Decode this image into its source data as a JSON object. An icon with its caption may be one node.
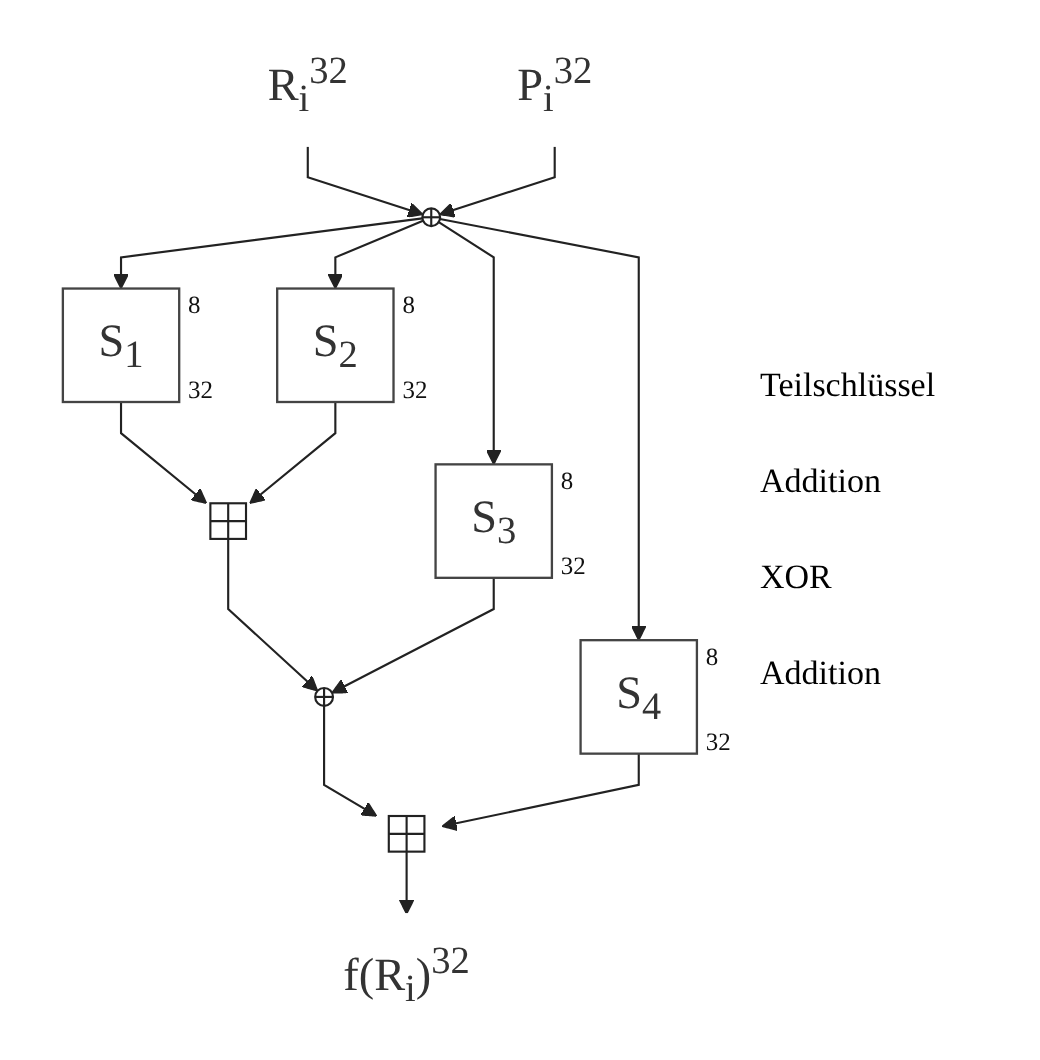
{
  "diagram": {
    "nodes": [
      {
        "text": [
          "R$_{i}$$^{32}$"
        ]
      },
      {
        "text": [],
        "shape": "circle"
      },
      {
        "text": [
          "P$_{i}$$^{32}$"
        ]
      },
      {
        "text": [
          "S$_{1}$"
        ],
        "beside": [
          "8",
          "32"
        ]
      },
      {
        "text": [
          "S$_{2}$"
        ],
        "beside": [
          "8",
          "32"
        ]
      },
      {
        "text": [
          "S$_{3}$"
        ],
        "beside": [
          "8",
          "32"
        ]
      },
      {
        "text": [
          "S$_{4}$"
        ],
        "beside": [
          "8",
          "32"
        ]
      },
      {
        "text": [],
        "shape": "box"
      },
      {
        "text": [],
        "shape": "circle"
      },
      {
        "text": [],
        "shape": "box"
      },
      {
        "text": [
          "f(R$_{i}$)$^{32}$"
        ]
      }
    ],
    "edges": [
      {
        "from": 0,
        "to": 1,
        "arrow": "to"
      },
      {
        "from": 2,
        "to": 1,
        "arrow": "to"
      },
      {
        "from": 1,
        "to": 3,
        "arrow": "to"
      },
      {
        "from": 1,
        "to": 4,
        "arrow": "to"
      },
      {
        "from": 1,
        "to": 5,
        "arrow": "to"
      },
      {
        "from": 1,
        "to": 6,
        "arrow": "to"
      },
      {
        "from": 3,
        "to": 7,
        "arrow": "to"
      },
      {
        "from": 4,
        "to": 7,
        "arrow": "to"
      },
      {
        "from": 7,
        "to": 8,
        "arrow": "to"
      },
      {
        "from": 5,
        "to": 8,
        "arrow": "to"
      },
      {
        "from": 8,
        "to": 9,
        "arrow": "to"
      },
      {
        "from": 6,
        "to": 9,
        "arrow": "to"
      },
      {
        "from": 9,
        "to": 10,
        "arrow": "to"
      }
    ],
    "labels": [
      "Teilschlüssel",
      "Addition",
      "XOR",
      "Addition"
    ]
  }
}
